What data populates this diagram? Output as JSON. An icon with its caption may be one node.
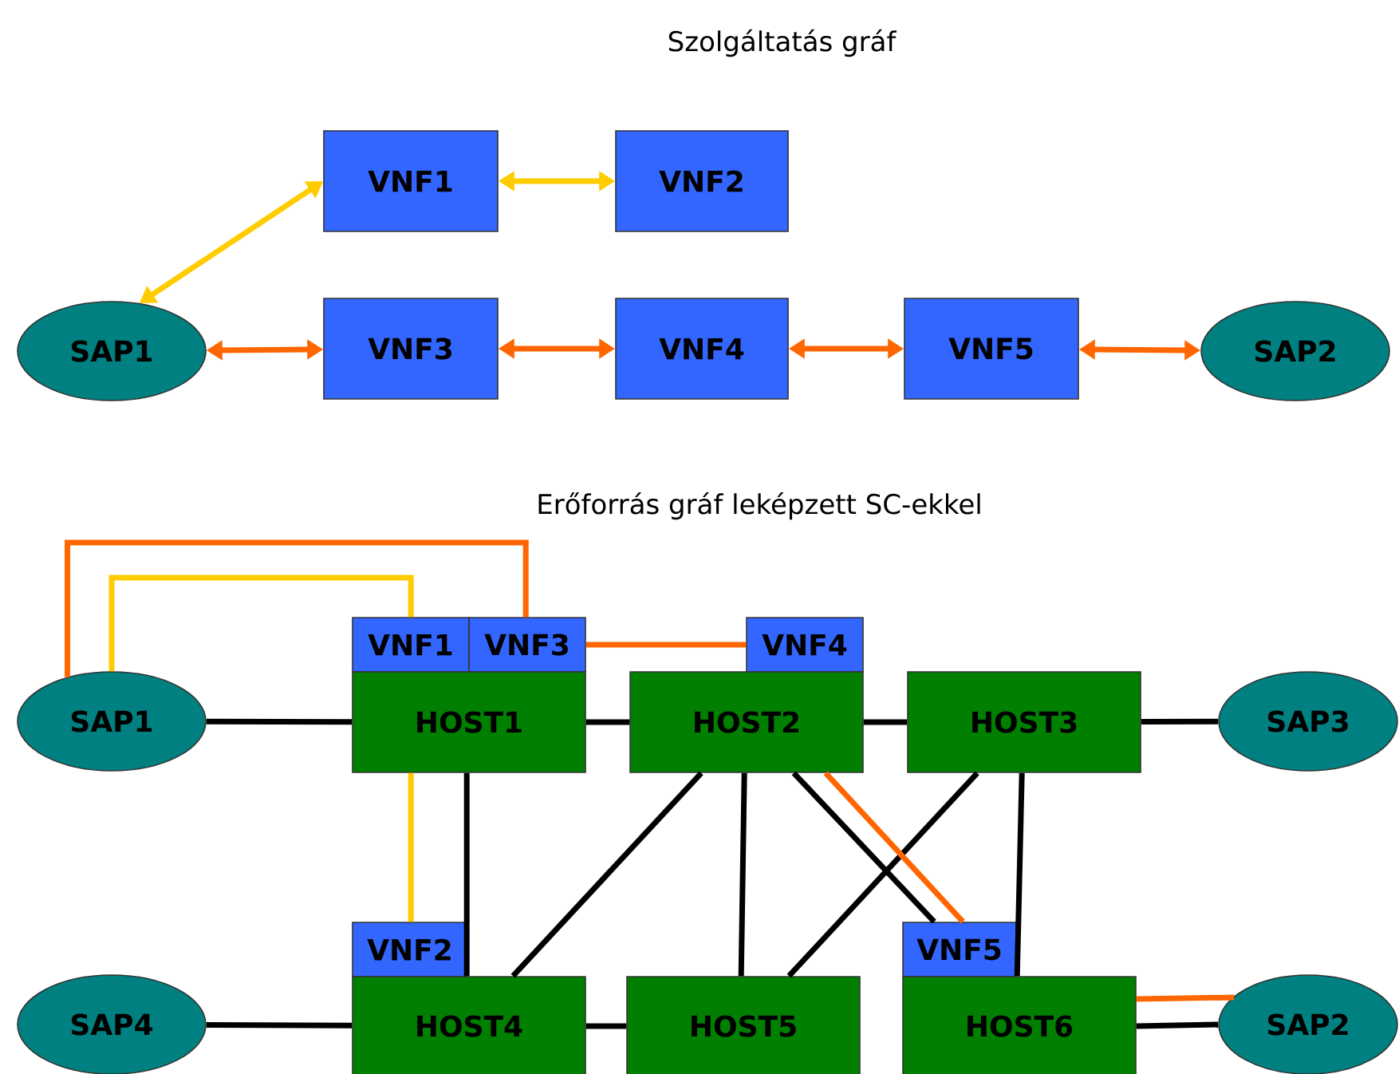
{
  "diagram": {
    "title": "Szolgáltatás gráf",
    "nodes": [
      {
        "text": [
          "SAP1"
        ]
      },
      {
        "text": [
          "VNF1"
        ]
      },
      {
        "text": [
          "VNF2"
        ]
      },
      {
        "text": [
          "VNF3"
        ]
      },
      {
        "text": [
          "VNF4"
        ]
      },
      {
        "text": [
          "VNF5"
        ]
      },
      {
        "text": [
          "SAP2"
        ]
      },
      {
        "text": [
          "SAP1"
        ]
      },
      {
        "text": [
          "VNF1"
        ]
      },
      {
        "text": [
          "VNF3"
        ]
      },
      {
        "text": [
          "VNF4"
        ]
      },
      {
        "text": [
          "HOST1"
        ]
      },
      {
        "text": [
          "HOST2"
        ]
      },
      {
        "text": [
          "HOST3"
        ]
      },
      {
        "text": [
          "SAP3"
        ]
      },
      {
        "text": [
          "VNF2"
        ]
      },
      {
        "text": [
          "VNF5"
        ]
      },
      {
        "text": [
          "SAP4"
        ]
      },
      {
        "text": [
          "HOST4"
        ]
      },
      {
        "text": [
          "HOST5"
        ]
      },
      {
        "text": [
          "HOST6"
        ]
      },
      {
        "text": [
          "SAP2"
        ]
      }
    ],
    "edges": [
      {
        "from": 0,
        "to": 1,
        "arrow": "both",
        "color": "#ffcc00"
      },
      {
        "from": 1,
        "to": 2,
        "arrow": "both",
        "color": "#ffcc00"
      },
      {
        "from": 0,
        "to": 3,
        "arrow": "both",
        "color": "#ff6600"
      },
      {
        "from": 3,
        "to": 4,
        "arrow": "both",
        "color": "#ff6600"
      },
      {
        "from": 4,
        "to": 5,
        "arrow": "both",
        "color": "#ff6600"
      },
      {
        "from": 5,
        "to": 6,
        "arrow": "both",
        "color": "#ff6600"
      },
      {
        "from": 7,
        "to": 11,
        "arrow": "none"
      },
      {
        "from": 11,
        "to": 12,
        "arrow": "none"
      },
      {
        "from": 12,
        "to": 13,
        "arrow": "none"
      },
      {
        "from": 13,
        "to": 14,
        "arrow": "none"
      },
      {
        "from": 11,
        "to": 18,
        "arrow": "none"
      },
      {
        "from": 12,
        "to": 18,
        "arrow": "none"
      },
      {
        "from": 12,
        "to": 19,
        "arrow": "none"
      },
      {
        "from": 12,
        "to": 16,
        "arrow": "none"
      },
      {
        "from": 13,
        "to": 19,
        "arrow": "none"
      },
      {
        "from": 13,
        "to": 20,
        "arrow": "none"
      },
      {
        "from": 17,
        "to": 18,
        "arrow": "none"
      },
      {
        "from": 18,
        "to": 19,
        "arrow": "none"
      },
      {
        "from": 20,
        "to": 21,
        "arrow": "none"
      },
      {
        "from": 7,
        "to": 8,
        "arrow": "none",
        "color": "#ffcc00"
      },
      {
        "from": 7,
        "to": 9,
        "arrow": "none",
        "color": "#ff6600"
      },
      {
        "from": 9,
        "to": 10,
        "arrow": "none",
        "color": "#ff6600"
      },
      {
        "from": 11,
        "to": 15,
        "arrow": "none",
        "color": "#ffcc00"
      },
      {
        "from": 12,
        "to": 16,
        "arrow": "none",
        "color": "#ff6600"
      },
      {
        "from": 20,
        "to": 21,
        "arrow": "none",
        "color": "#ff6600"
      }
    ],
    "labels": [
      "Erőforrás gráf leképzett SC-ekkel"
    ]
  }
}
